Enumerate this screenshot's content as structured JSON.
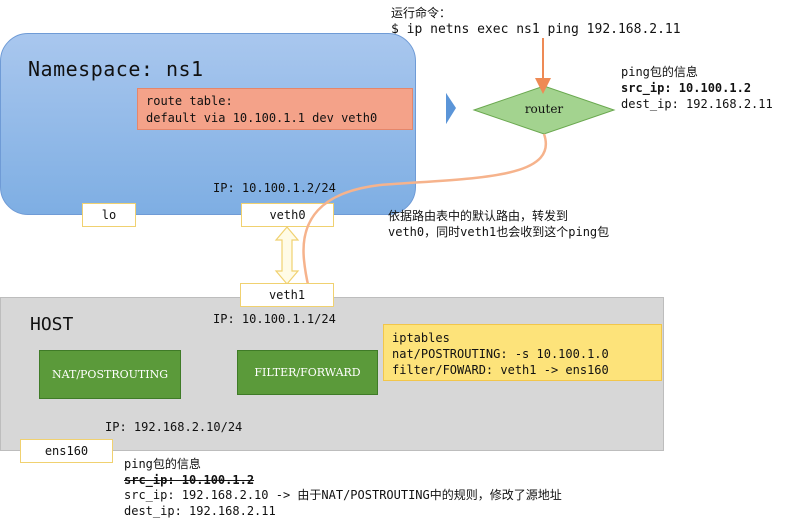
{
  "command": {
    "line1": "运行命令：",
    "line2": "$ ip netns exec ns1 ping 192.168.2.11"
  },
  "namespace": {
    "title": "Namespace: ns1",
    "route_table": {
      "line1": "route table:",
      "line2": "default via 10.100.1.1 dev veth0"
    },
    "ip": "IP: 10.100.1.2/24",
    "lo": "lo",
    "veth0": "veth0"
  },
  "router": {
    "label": "router"
  },
  "packet_top": {
    "title": "ping包的信息",
    "src": "src_ip: 10.100.1.2",
    "dest": "dest_ip: 192.168.2.11"
  },
  "forward_note": {
    "line1": "依据路由表中的默认路由，转发到",
    "line2": "veth0，同时veth1也会收到这个ping包"
  },
  "host": {
    "title": "HOST",
    "veth1": "veth1",
    "veth1_ip": "IP: 10.100.1.1/24",
    "nat": "NAT/POSTROUTING",
    "filter": "FILTER/FORWARD",
    "ens_ip": "IP: 192.168.2.10/24",
    "ens160": "ens160",
    "iptables": {
      "line1": "iptables",
      "line2": "nat/POSTROUTING: -s 10.100.1.0",
      "line3": "filter/FOWARD: veth1 -> ens160"
    }
  },
  "packet_bottom": {
    "title": "ping包的信息",
    "src_old": "src_ip: 10.100.1.2",
    "src_new": "src_ip: 192.168.2.10 -> 由于NAT/POSTROUTING中的规则，修改了源地址",
    "dest": "dest_ip: 192.168.2.11"
  },
  "colors": {
    "namespace": "#8fb8e8",
    "route": "#f4a289",
    "router": "#9bd18a",
    "host": "#d7d7d7",
    "green": "#5b9a3a",
    "iptables": "#fde37a",
    "arrow": "#ee8a55"
  }
}
